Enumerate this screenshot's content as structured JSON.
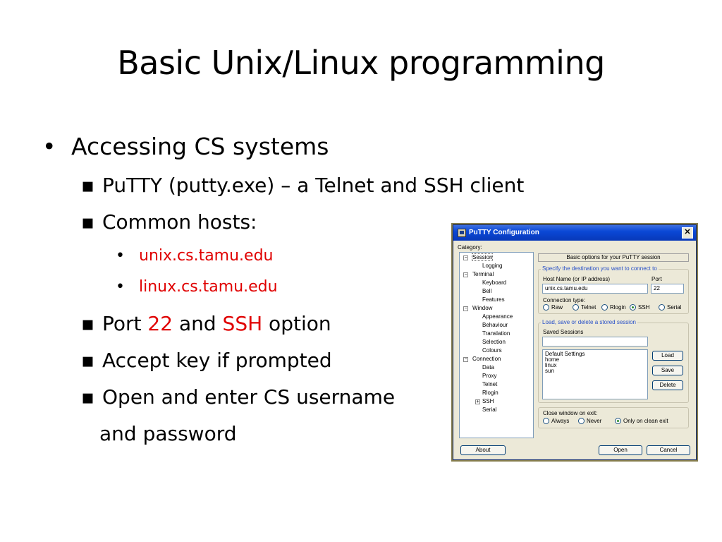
{
  "slide": {
    "title": "Basic Unix/Linux programming",
    "bullet_l1": "Accessing CS systems",
    "bullet_putty": "PuTTY (putty.exe) – a Telnet and SSH client",
    "bullet_hosts": "Common hosts:",
    "host1": "unix.cs.tamu.edu",
    "host2": "linux.cs.tamu.edu",
    "port_pre": "Port ",
    "port_num": "22",
    "port_mid": " and ",
    "port_ssh": "SSH",
    "port_post": " option",
    "bullet_accept": "Accept key if prompted",
    "bullet_open": "Open and enter CS username",
    "bullet_open_cont": "and password",
    "marker_round": "•",
    "marker_square": "▪"
  },
  "colors": {
    "highlight": "#e00000",
    "titlebar": "#0a48d6"
  },
  "putty": {
    "window_title": "PuTTY Configuration",
    "close_glyph": "✕",
    "category_label": "Category:",
    "tree": [
      "Session",
      "Logging",
      "Terminal",
      "Keyboard",
      "Bell",
      "Features",
      "Window",
      "Appearance",
      "Behaviour",
      "Translation",
      "Selection",
      "Colours",
      "Connection",
      "Data",
      "Proxy",
      "Telnet",
      "Rlogin",
      "SSH",
      "Serial"
    ],
    "toggle_minus": "−",
    "toggle_plus": "+",
    "header": "Basic options for your PuTTY session",
    "dest_group": "Specify the destination you want to connect to",
    "host_label": "Host Name (or IP address)",
    "port_label": "Port",
    "host_value": "unix.cs.tamu.edu",
    "port_value": "22",
    "conn_type_label": "Connection type:",
    "conn_types": [
      "Raw",
      "Telnet",
      "Rlogin",
      "SSH",
      "Serial"
    ],
    "conn_selected": "SSH",
    "session_group": "Load, save or delete a stored session",
    "saved_sessions_label": "Saved Sessions",
    "saved_sessions_input": "",
    "sessions": [
      "Default Settings",
      "home",
      "linux",
      "sun"
    ],
    "load_btn": "Load",
    "save_btn": "Save",
    "delete_btn": "Delete",
    "close_group": "Close window on exit:",
    "close_options": [
      "Always",
      "Never",
      "Only on clean exit"
    ],
    "close_selected": "Only on clean exit",
    "about_btn": "About",
    "open_btn": "Open",
    "cancel_btn": "Cancel"
  }
}
